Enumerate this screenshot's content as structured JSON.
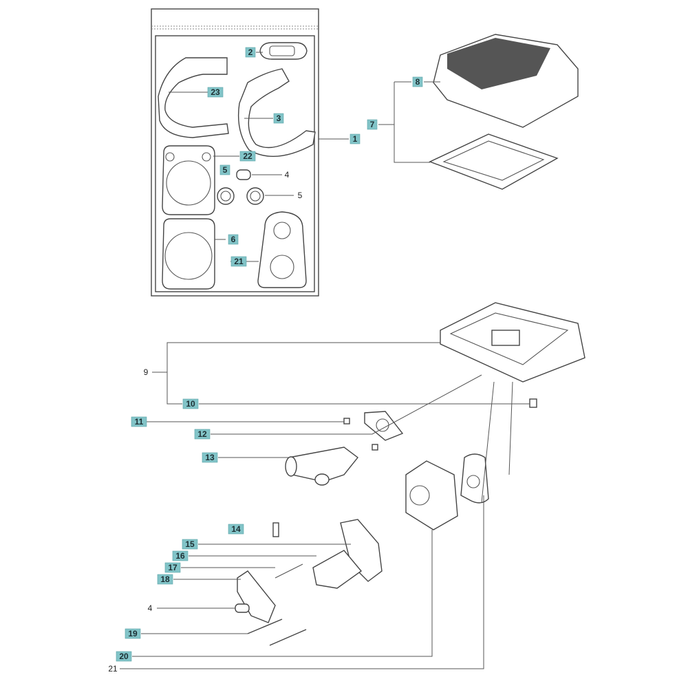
{
  "callouts": {
    "c2": "2",
    "c23": "23",
    "c3": "3",
    "c1": "1",
    "c22": "22",
    "c4a": "4",
    "c5a": "5",
    "c5b": "5",
    "c6": "6",
    "c21a": "21",
    "c8": "8",
    "c7": "7",
    "c9": "9",
    "c10": "10",
    "c11": "11",
    "c12": "12",
    "c13": "13",
    "c14": "14",
    "c15": "15",
    "c16": "16",
    "c17": "17",
    "c18": "18",
    "c4b": "4",
    "c19": "19",
    "c20": "20",
    "c21b": "21"
  },
  "colors": {
    "label_box": "#82c4c8",
    "line": "#555555"
  }
}
